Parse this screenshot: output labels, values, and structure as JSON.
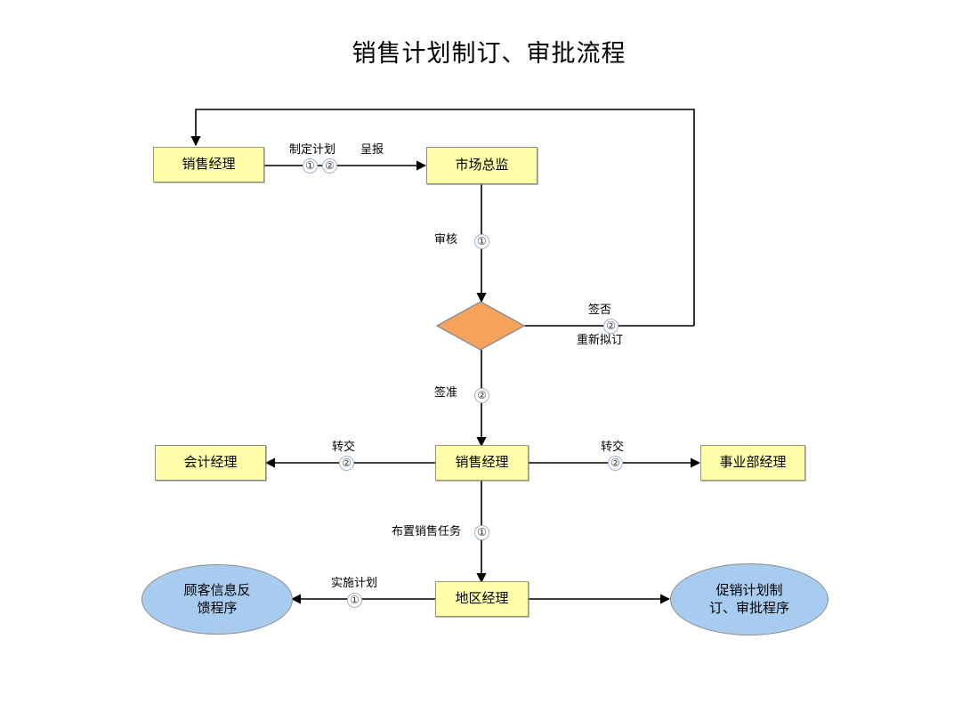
{
  "title": "销售计划制订、审批流程",
  "colors": {
    "box_fill": "#FFFFAA",
    "box_border": "#9A9A6E",
    "diamond_fill": "#F5A25C",
    "diamond_border": "#8C8C8C",
    "ellipse_fill": "#A8CCEF",
    "ellipse_border": "#8C8C8C",
    "line": "#000000",
    "number_ring": "#9FB4CF",
    "background": "#FFFFFF"
  },
  "nodes": {
    "sales_manager_top": {
      "label": "销售经理",
      "shape": "process"
    },
    "market_director": {
      "label": "市场总监",
      "shape": "process"
    },
    "decision": {
      "label": "",
      "shape": "decision"
    },
    "accounting_manager": {
      "label": "会计经理",
      "shape": "process"
    },
    "sales_manager_mid": {
      "label": "销售经理",
      "shape": "process"
    },
    "division_manager": {
      "label": "事业部经理",
      "shape": "process"
    },
    "customer_feedback": {
      "label": "顾客信息反\n馈程序",
      "shape": "terminator"
    },
    "region_manager": {
      "label": "地区经理",
      "shape": "process"
    },
    "promotion_plan": {
      "label": "促销计划制\n订、审批程序",
      "shape": "terminator"
    }
  },
  "edges": {
    "make_plan": {
      "label": "制定计划",
      "number": "①"
    },
    "submit": {
      "label": "呈报",
      "number": "②"
    },
    "review": {
      "label": "审核",
      "number": "①"
    },
    "reject": {
      "label_top": "签否",
      "label_bottom": "重新拟订",
      "number": "②"
    },
    "approve": {
      "label": "签准",
      "number": "②"
    },
    "transfer_left": {
      "label": "转交",
      "number": "②"
    },
    "transfer_right": {
      "label": "转交",
      "number": "②"
    },
    "assign_task": {
      "label": "布置销售任务",
      "number": "①"
    },
    "implement_plan": {
      "label": "实施计划",
      "number": "①"
    }
  }
}
